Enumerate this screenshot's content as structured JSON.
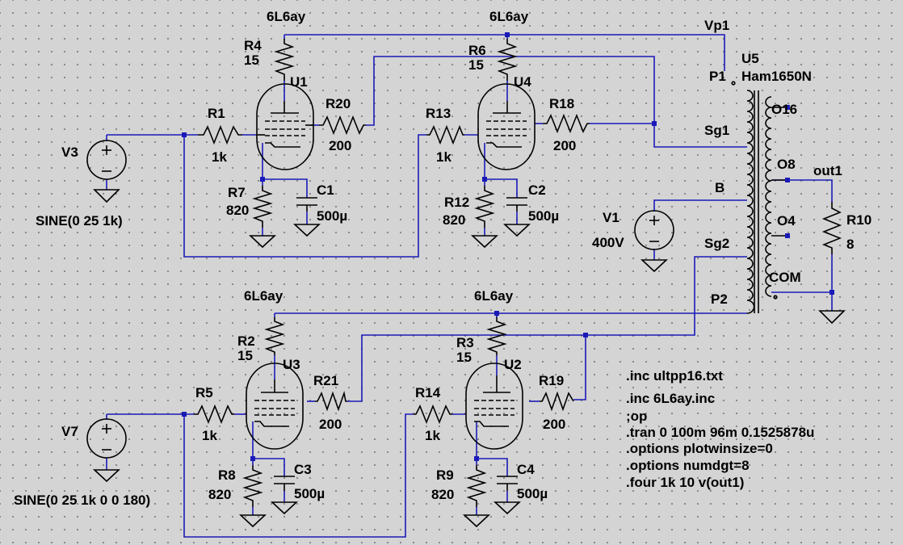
{
  "schematic": {
    "tubes": {
      "U1": {
        "ref": "U1",
        "model": "6L6ay"
      },
      "U4": {
        "ref": "U4",
        "model": "6L6ay"
      },
      "U3": {
        "ref": "U3",
        "model": "6L6ay"
      },
      "U2": {
        "ref": "U2",
        "model": "6L6ay"
      }
    },
    "resistors": {
      "R4": {
        "ref": "R4",
        "value": "15"
      },
      "R6": {
        "ref": "R6",
        "value": "15"
      },
      "R2": {
        "ref": "R2",
        "value": "15"
      },
      "R3": {
        "ref": "R3",
        "value": "15"
      },
      "R1": {
        "ref": "R1",
        "value": "1k"
      },
      "R13": {
        "ref": "R13",
        "value": "1k"
      },
      "R5": {
        "ref": "R5",
        "value": "1k"
      },
      "R14": {
        "ref": "R14",
        "value": "1k"
      },
      "R20": {
        "ref": "R20",
        "value": "200"
      },
      "R18": {
        "ref": "R18",
        "value": "200"
      },
      "R21": {
        "ref": "R21",
        "value": "200"
      },
      "R19": {
        "ref": "R19",
        "value": "200"
      },
      "R7": {
        "ref": "R7",
        "value": "820"
      },
      "R12": {
        "ref": "R12",
        "value": "820"
      },
      "R8": {
        "ref": "R8",
        "value": "820"
      },
      "R9": {
        "ref": "R9",
        "value": "820"
      },
      "R10": {
        "ref": "R10",
        "value": "8"
      }
    },
    "capacitors": {
      "C1": {
        "ref": "C1",
        "value": "500µ"
      },
      "C2": {
        "ref": "C2",
        "value": "500µ"
      },
      "C3": {
        "ref": "C3",
        "value": "500µ"
      },
      "C4": {
        "ref": "C4",
        "value": "500µ"
      }
    },
    "sources": {
      "V3": {
        "ref": "V3",
        "value": "SINE(0 25 1k)"
      },
      "V7": {
        "ref": "V7",
        "value": "SINE(0 25 1k 0 0 180)"
      },
      "V1": {
        "ref": "V1",
        "value": "400V"
      }
    },
    "transformer": {
      "ref": "U5",
      "model": "Ham1650N",
      "pins": {
        "P1": "P1",
        "Sg1": "Sg1",
        "B": "B",
        "Sg2": "Sg2",
        "P2": "P2",
        "O16": "O16",
        "O8": "O8",
        "O4": "O4",
        "COM": "COM"
      }
    },
    "net_labels": {
      "vp1": "Vp1",
      "out1": "out1"
    },
    "directives": [
      ".inc ultpp16.txt",
      ".inc 6L6ay.inc",
      ";op",
      ".tran 0 100m 96m 0.1525878u",
      ".options plotwinsize=0",
      ".options numdgt=8",
      ".four 1k 10 v(out1)"
    ]
  }
}
